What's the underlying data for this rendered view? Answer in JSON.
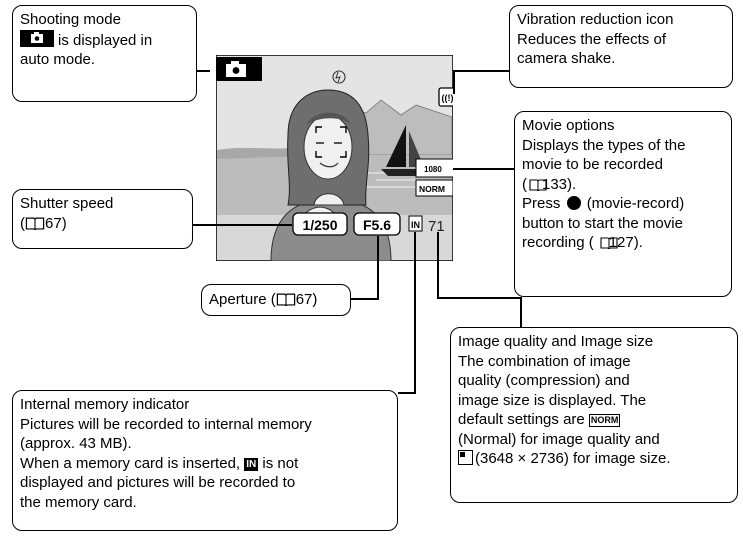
{
  "callouts": {
    "shooting_mode": {
      "title": "Shooting mode",
      "line2": "is displayed in",
      "line3": "auto mode."
    },
    "vibration": {
      "title": "Vibration reduction icon",
      "line2": "Reduces the effects of",
      "line3": "camera shake."
    },
    "movie": {
      "title": "Movie options",
      "l2": "Displays the types of the",
      "l3": "movie to be recorded",
      "l4": "(  133).",
      "l5a": "Press",
      "l5b": "(movie-record)",
      "l6": "button to start the movie",
      "l7": "recording (  127)."
    },
    "shutter": {
      "title": "Shutter speed",
      "ref": "67"
    },
    "aperture": {
      "label": "Aperture (",
      "ref": "67)"
    },
    "quality": {
      "title": "Image quality and Image size",
      "l2": "The combination of image",
      "l3": "quality (compression) and",
      "l4": "image size is displayed. The",
      "l5": "default settings are",
      "l6": "(Normal) for image quality and",
      "l7": "(3648 × 2736) for image size."
    },
    "memory": {
      "title": "Internal memory indicator",
      "l2": "Pictures will be recorded to internal memory",
      "l3": "(approx. 43 MB).",
      "l4a": "When a memory card is inserted,",
      "l4b": "is not",
      "l5": "displayed and pictures will be recorded to",
      "l6": "the memory card."
    }
  },
  "screen": {
    "shutter_value": "1/250",
    "aperture_value": "F5.6",
    "exposures_remaining": "71",
    "movie_res": "1080"
  }
}
